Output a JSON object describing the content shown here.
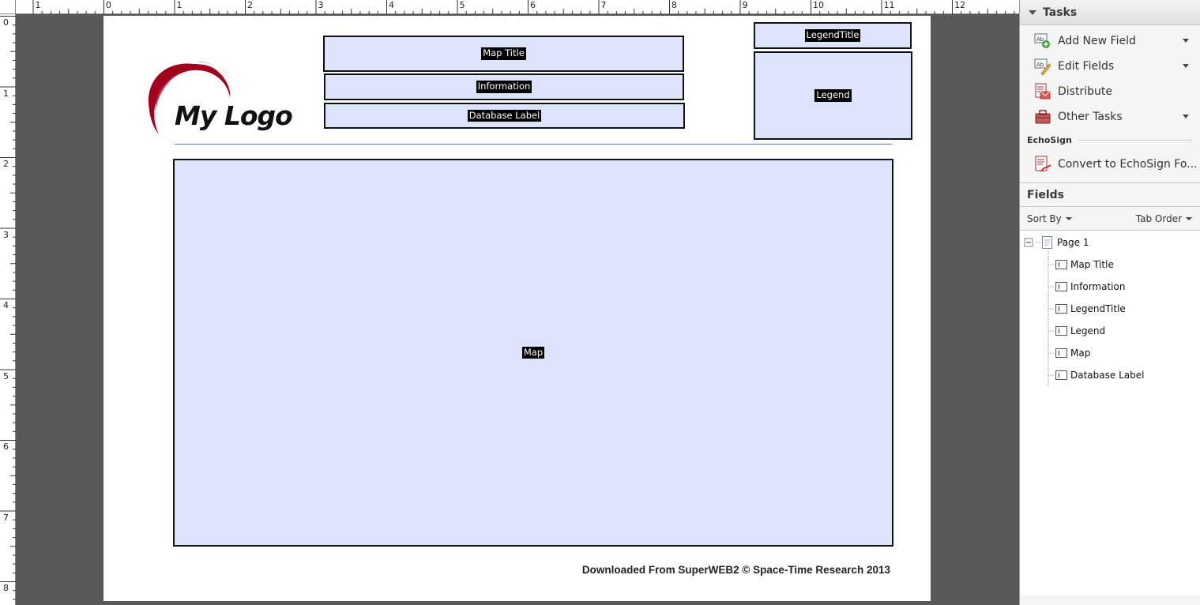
{
  "ruler": {
    "horizontal": [
      "1",
      "0",
      "1",
      "2",
      "3",
      "4",
      "5",
      "6",
      "7",
      "8",
      "9",
      "10",
      "11",
      "12"
    ],
    "vertical": [
      "0",
      "1",
      "2",
      "3",
      "4",
      "5",
      "6",
      "7",
      "8"
    ]
  },
  "page": {
    "logo_text": "My Logo",
    "fields": {
      "map_title": "Map Title",
      "information": "Information",
      "database_label": "Database Label",
      "legend_title": "LegendTitle",
      "legend": "Legend",
      "map": "Map"
    },
    "footer": "Downloaded From SuperWEB2 © Space-Time Research 2013"
  },
  "tasks": {
    "header": "Tasks",
    "items": [
      {
        "label": "Add New Field",
        "icon": "add-field-icon",
        "dropdown": true
      },
      {
        "label": "Edit Fields",
        "icon": "edit-fields-icon",
        "dropdown": true
      },
      {
        "label": "Distribute",
        "icon": "distribute-icon",
        "dropdown": false
      },
      {
        "label": "Other Tasks",
        "icon": "toolbox-icon",
        "dropdown": true
      }
    ],
    "echosign_label": "EchoSign",
    "echosign_item": "Convert to EchoSign Fo..."
  },
  "fields_panel": {
    "header": "Fields",
    "sort_by": "Sort By",
    "tab_order": "Tab Order",
    "page_node": "Page 1",
    "items": [
      "Map Title",
      "Information",
      "LegendTitle",
      "Legend",
      "Map",
      "Database Label"
    ]
  },
  "colors": {
    "field_fill": "#dde3fb",
    "logo_swoosh": "#a3001e",
    "workspace": "#585858"
  }
}
